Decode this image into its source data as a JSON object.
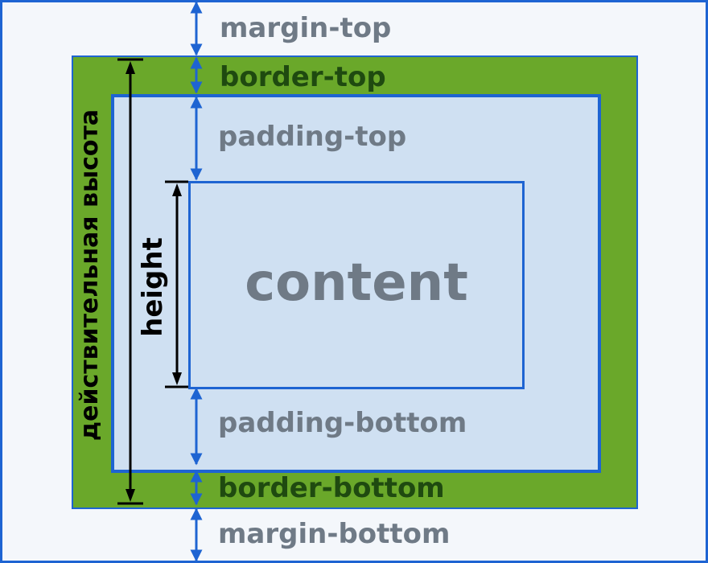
{
  "labels": {
    "margin_top": "margin-top",
    "border_top": "border-top",
    "padding_top": "padding-top",
    "content": "content",
    "height": "height",
    "real_height": "действительная высота",
    "padding_bottom": "padding-bottom",
    "border_bottom": "border-bottom",
    "margin_bottom": "margin-bottom"
  },
  "colors": {
    "frame_border": "#1e64d2",
    "border_fill": "#6aa82a",
    "padding_fill": "#cfe0f2",
    "label_gray": "#6f7a86",
    "label_dark_green": "#1f4a10",
    "arrow_blue": "#1e64d2",
    "dimension_black": "#000000"
  }
}
